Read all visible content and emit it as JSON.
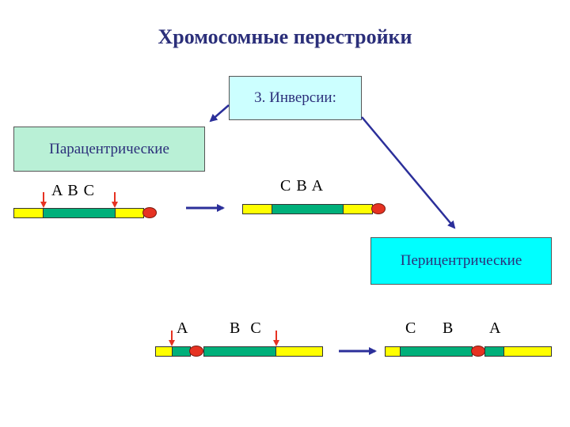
{
  "title": "Хромосомные перестройки",
  "boxes": {
    "inversion": "3. Инверсии:",
    "paracentric": "Парацентрические",
    "pericentric": "Перицентрические"
  },
  "labels": {
    "para_before": "A B C",
    "para_after": "C B A",
    "peri_before_a": "A",
    "peri_before_bc": "B  C",
    "peri_after_c": "C",
    "peri_after_b": "B",
    "peri_after_a": "A"
  },
  "colors": {
    "arrow_blue": "#2b2f9a",
    "break_arrow_red": "#e63222",
    "segment_yellow": "#ffff00",
    "segment_green": "#00b07a",
    "centromere_red": "#e63222"
  }
}
